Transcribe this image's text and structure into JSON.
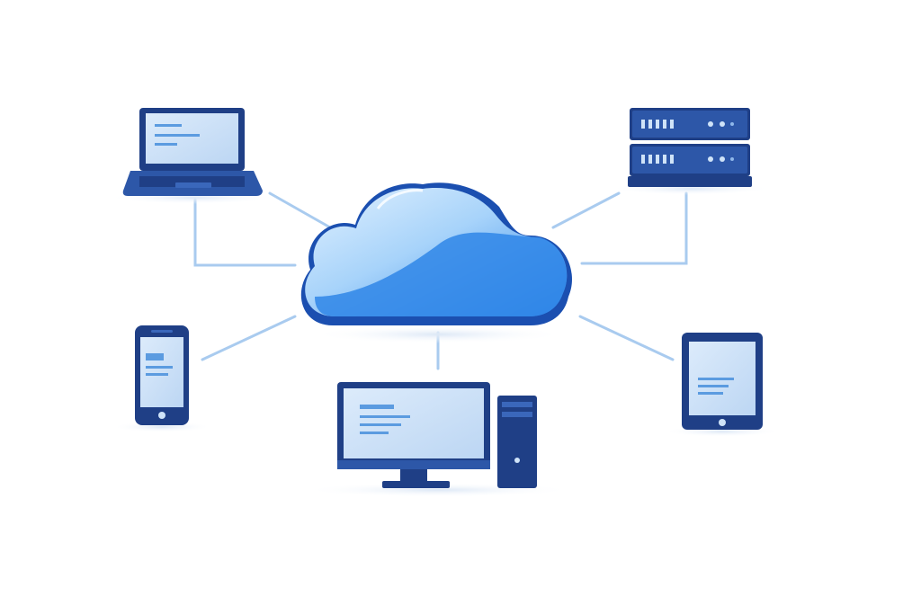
{
  "diagram": {
    "hub": {
      "icon": "cloud-icon"
    },
    "devices": [
      {
        "id": "laptop",
        "icon": "laptop-icon"
      },
      {
        "id": "server",
        "icon": "server-rack-icon"
      },
      {
        "id": "phone",
        "icon": "smartphone-icon"
      },
      {
        "id": "tablet",
        "icon": "tablet-icon"
      },
      {
        "id": "desktop",
        "icon": "desktop-computer-icon"
      }
    ],
    "connections": [
      "laptop-cloud",
      "server-cloud",
      "phone-cloud",
      "tablet-cloud",
      "desktop-cloud"
    ]
  },
  "colors": {
    "device_dark": "#1f3f86",
    "device_mid": "#2d57a8",
    "screen": "#cfe3f8",
    "screen_lines": "#5b9be0",
    "cloud_light": "#bfe0fb",
    "cloud_blue": "#2f86e8",
    "cloud_dark": "#1b4fb0",
    "connector": "#a9cbef",
    "shadow": "#e6eef8"
  }
}
